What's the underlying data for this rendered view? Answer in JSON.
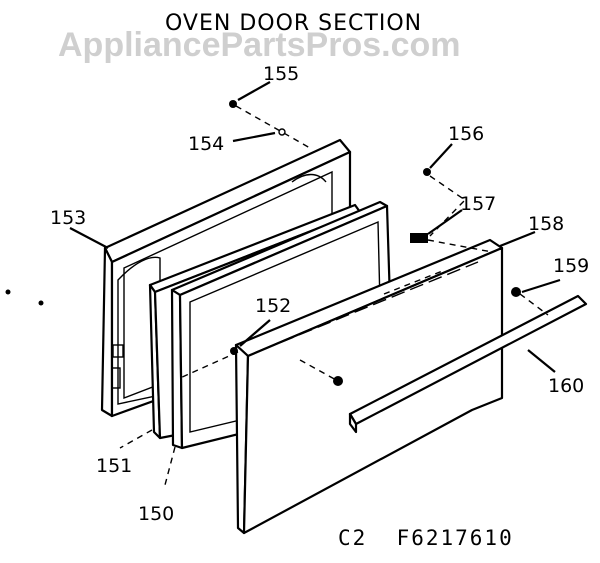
{
  "title": "OVEN DOOR SECTION",
  "watermark": "AppliancePartsPros.com",
  "diagram_code": "C2  F6217610",
  "callouts": [
    {
      "id": "c150",
      "label": "150"
    },
    {
      "id": "c151",
      "label": "151"
    },
    {
      "id": "c152",
      "label": "152"
    },
    {
      "id": "c153",
      "label": "153"
    },
    {
      "id": "c154",
      "label": "154"
    },
    {
      "id": "c155",
      "label": "155"
    },
    {
      "id": "c156",
      "label": "156"
    },
    {
      "id": "c157",
      "label": "157"
    },
    {
      "id": "c158",
      "label": "158"
    },
    {
      "id": "c159",
      "label": "159"
    },
    {
      "id": "c160",
      "label": "160"
    }
  ]
}
